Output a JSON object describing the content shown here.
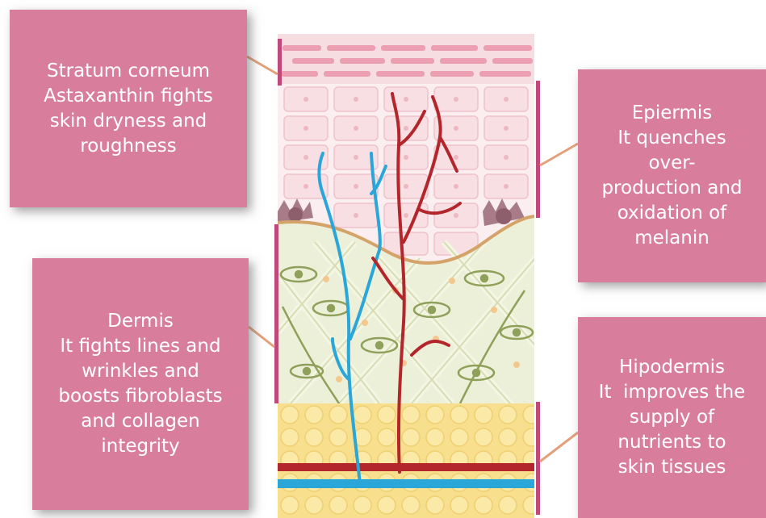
{
  "callouts": {
    "stratum_corneum": [
      "Stratum corneum",
      "Astaxanthin fights",
      "skin dryness and",
      "roughness"
    ],
    "epidermis": [
      "Epiermis",
      "It quenches",
      "over-",
      "production and",
      "oxidation of",
      "melanin"
    ],
    "dermis": [
      "Dermis",
      "It fights lines and",
      "wrinkles and",
      "boosts fibroblasts",
      "and collagen",
      "integrity"
    ],
    "hypodermis": [
      "Hipodermis",
      "It  improves the",
      "supply of",
      "nutrients to",
      "skin tissues"
    ]
  },
  "colors": {
    "callout_fill": "#d97d9d",
    "bracket": "#c0497a",
    "connector": "#e3a07b",
    "artery": "#b3262c",
    "vein": "#2aa6d8",
    "fat": "#f4d77a",
    "epidermis_cells": "#f6d9de",
    "dermis": "#e9ecd2"
  }
}
